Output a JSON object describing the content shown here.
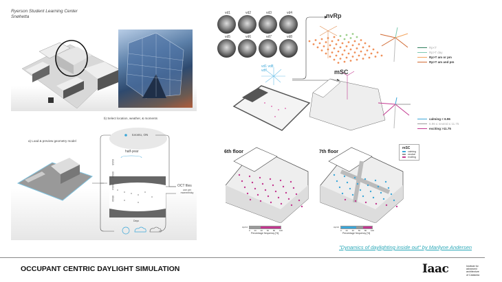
{
  "caption": {
    "line1": "Ryerson Student Learning Center",
    "line2": "Snøhetta"
  },
  "workflow": {
    "step_a": "a)  Load & preview geometry model",
    "step_b": "b)  Select location, weather, & moments",
    "location": "toronto, ON",
    "half_year": "half-year",
    "dates": [
      "01/15",
      "03/16",
      "04/14",
      "05/10"
    ],
    "days": "Days",
    "output": "OCT files",
    "output_sub": "one per moment/sky"
  },
  "views": [
    "vd1",
    "vd2",
    "vd3",
    "vd4",
    "vd5",
    "vd6",
    "vd7",
    "vd8"
  ],
  "view_star": [
    "vd1",
    "vd2",
    "vd3",
    "vd4",
    "vd5",
    "vd6",
    "vd7",
    "vd8"
  ],
  "nvrp": {
    "title": "nvRp",
    "legend": [
      {
        "label": "Rp<T",
        "color": "#2e7d5b"
      },
      {
        "label": "Rp>T day",
        "color": "#7cc9b0"
      },
      {
        "label": "Rp>T am or pm",
        "color": "#f3a35b"
      },
      {
        "label": "Rp>T am and pm",
        "color": "#d0672f"
      }
    ]
  },
  "msc": {
    "title": "mSC",
    "legend": [
      {
        "label": "calming < 6.96",
        "color": "#3aa6d8"
      },
      {
        "label": "6.96 ≤ neutral ≤ 11.75",
        "color": "#999999"
      },
      {
        "label": "exciting >11.75",
        "color": "#c2378f"
      }
    ]
  },
  "floors": [
    {
      "label": "6th floor",
      "bar_label": "Apr14",
      "fractions": {
        "calming": 0,
        "neutral": 35,
        "exciting": 65
      }
    },
    {
      "label": "7th floor",
      "bar_label": "Apr14",
      "fractions": {
        "calming": 48,
        "neutral": 24,
        "exciting": 28
      }
    }
  ],
  "bar_axis": {
    "ticks": [
      "0",
      "20",
      "40",
      "60",
      "80",
      "100"
    ],
    "label": "Percentage frequency [%]"
  },
  "msc_box": {
    "title": "mSC",
    "items": [
      "calming",
      "neutral",
      "exciting"
    ]
  },
  "credit": "\"Dynamics of daylighting inside out\" by Marilyne Andersen",
  "footer": {
    "title": "OCCUPANT CENTRIC DAYLIGHT SIMULATION",
    "logo": "Iaac",
    "logo_text": [
      "Institute for",
      "advanced",
      "architecture",
      "of Catalonia"
    ]
  }
}
